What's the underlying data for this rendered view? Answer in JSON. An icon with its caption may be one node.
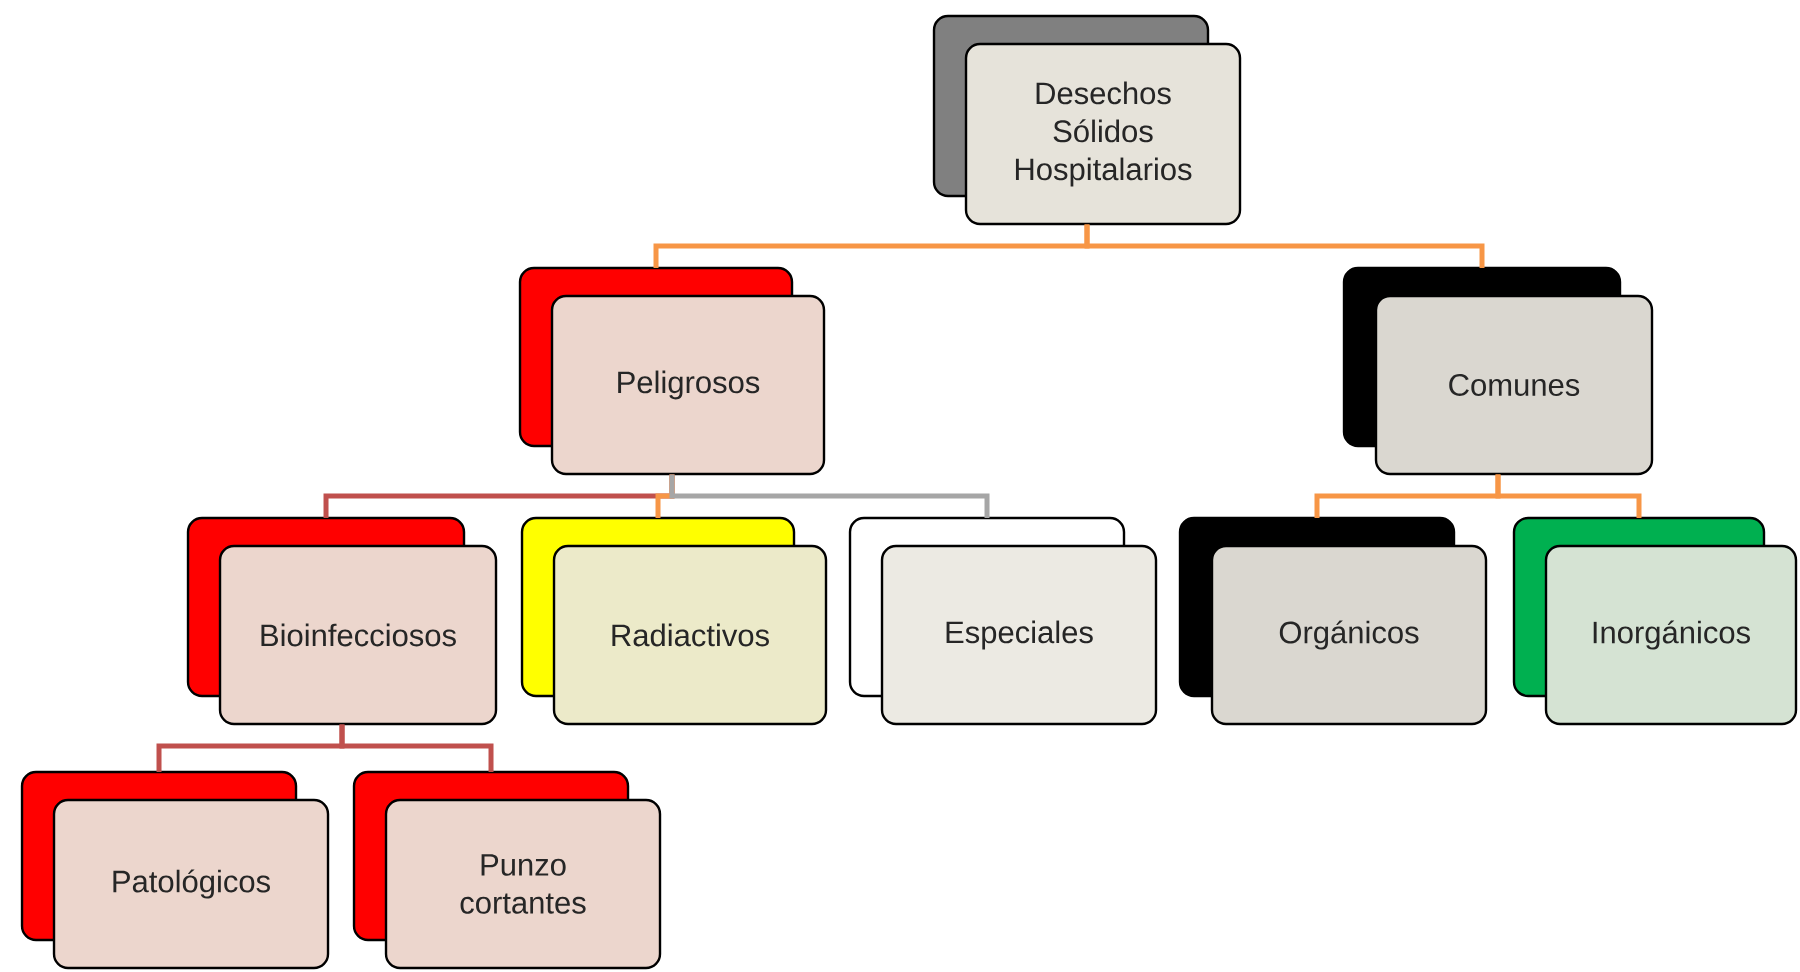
{
  "diagram": {
    "nodes": [
      {
        "text": [
          "Desechos Sólidos Hospitalarios"
        ]
      },
      {
        "text": [
          "Peligrosos"
        ]
      },
      {
        "text": [
          "Comunes"
        ]
      },
      {
        "text": [
          "Bioinfecciosos"
        ]
      },
      {
        "text": [
          "Radiactivos"
        ]
      },
      {
        "text": [
          "Especiales"
        ]
      },
      {
        "text": [
          "Orgánicos"
        ]
      },
      {
        "text": [
          "Inorgánicos"
        ]
      },
      {
        "text": [
          "Patológicos"
        ]
      },
      {
        "text": [
          "Punzo cortantes"
        ]
      }
    ],
    "edges": [
      {
        "from": 0,
        "to": 1,
        "arrow": "none"
      },
      {
        "from": 0,
        "to": 2,
        "arrow": "none"
      },
      {
        "from": 1,
        "to": 3,
        "arrow": "none",
        "color": "#c0504d"
      },
      {
        "from": 1,
        "to": 4,
        "arrow": "none"
      },
      {
        "from": 1,
        "to": 5,
        "arrow": "none",
        "color": "#a6a6a6"
      },
      {
        "from": 2,
        "to": 6,
        "arrow": "none"
      },
      {
        "from": 2,
        "to": 7,
        "arrow": "none"
      },
      {
        "from": 3,
        "to": 8,
        "arrow": "none",
        "color": "#c0504d"
      },
      {
        "from": 3,
        "to": 9,
        "arrow": "none",
        "color": "#c0504d"
      }
    ]
  }
}
